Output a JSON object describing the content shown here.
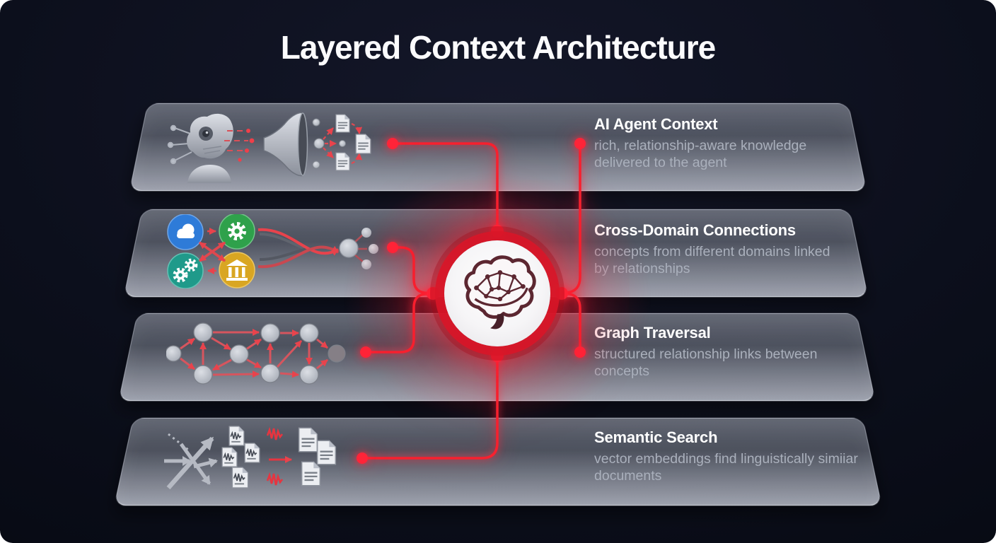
{
  "title": "Layered Context Architecture",
  "center": {
    "icon": "brain-network-icon"
  },
  "layers": [
    {
      "heading": "AI Agent Context",
      "description": "rich, relationship-aware knowledge delivered to the agent",
      "icons": [
        "robot-head-icon",
        "funnel-icon",
        "document-network-icon"
      ]
    },
    {
      "heading": "Cross-Domain Connections",
      "description": "concepts from different domains linked by relationships",
      "icons": [
        "cloud-icon",
        "gear-icon",
        "gears-icon",
        "bank-icon",
        "hub-node-icon"
      ]
    },
    {
      "heading": "Graph Traversal",
      "description": "structured relationship links between concepts",
      "icons": [
        "graph-network-icon"
      ]
    },
    {
      "heading": "Semantic Search",
      "description": "vector embeddings find linguistically simiiar documents",
      "icons": [
        "shuffle-arrows-icon",
        "wave-documents-icon",
        "document-stack-icon"
      ]
    }
  ],
  "colors": {
    "background": "#0b0e1b",
    "accent_red": "#f7212f",
    "panel_top": "#6b7080",
    "panel_bottom": "#aaaeba",
    "heading_text": "#ffffff",
    "body_text": "#aab0bc",
    "cloud_badge": "#2e7bd8",
    "gear_badge": "#2fa14b",
    "gears_badge": "#1f9a8a",
    "bank_badge": "#d9a622",
    "brain": "#5c2731"
  }
}
